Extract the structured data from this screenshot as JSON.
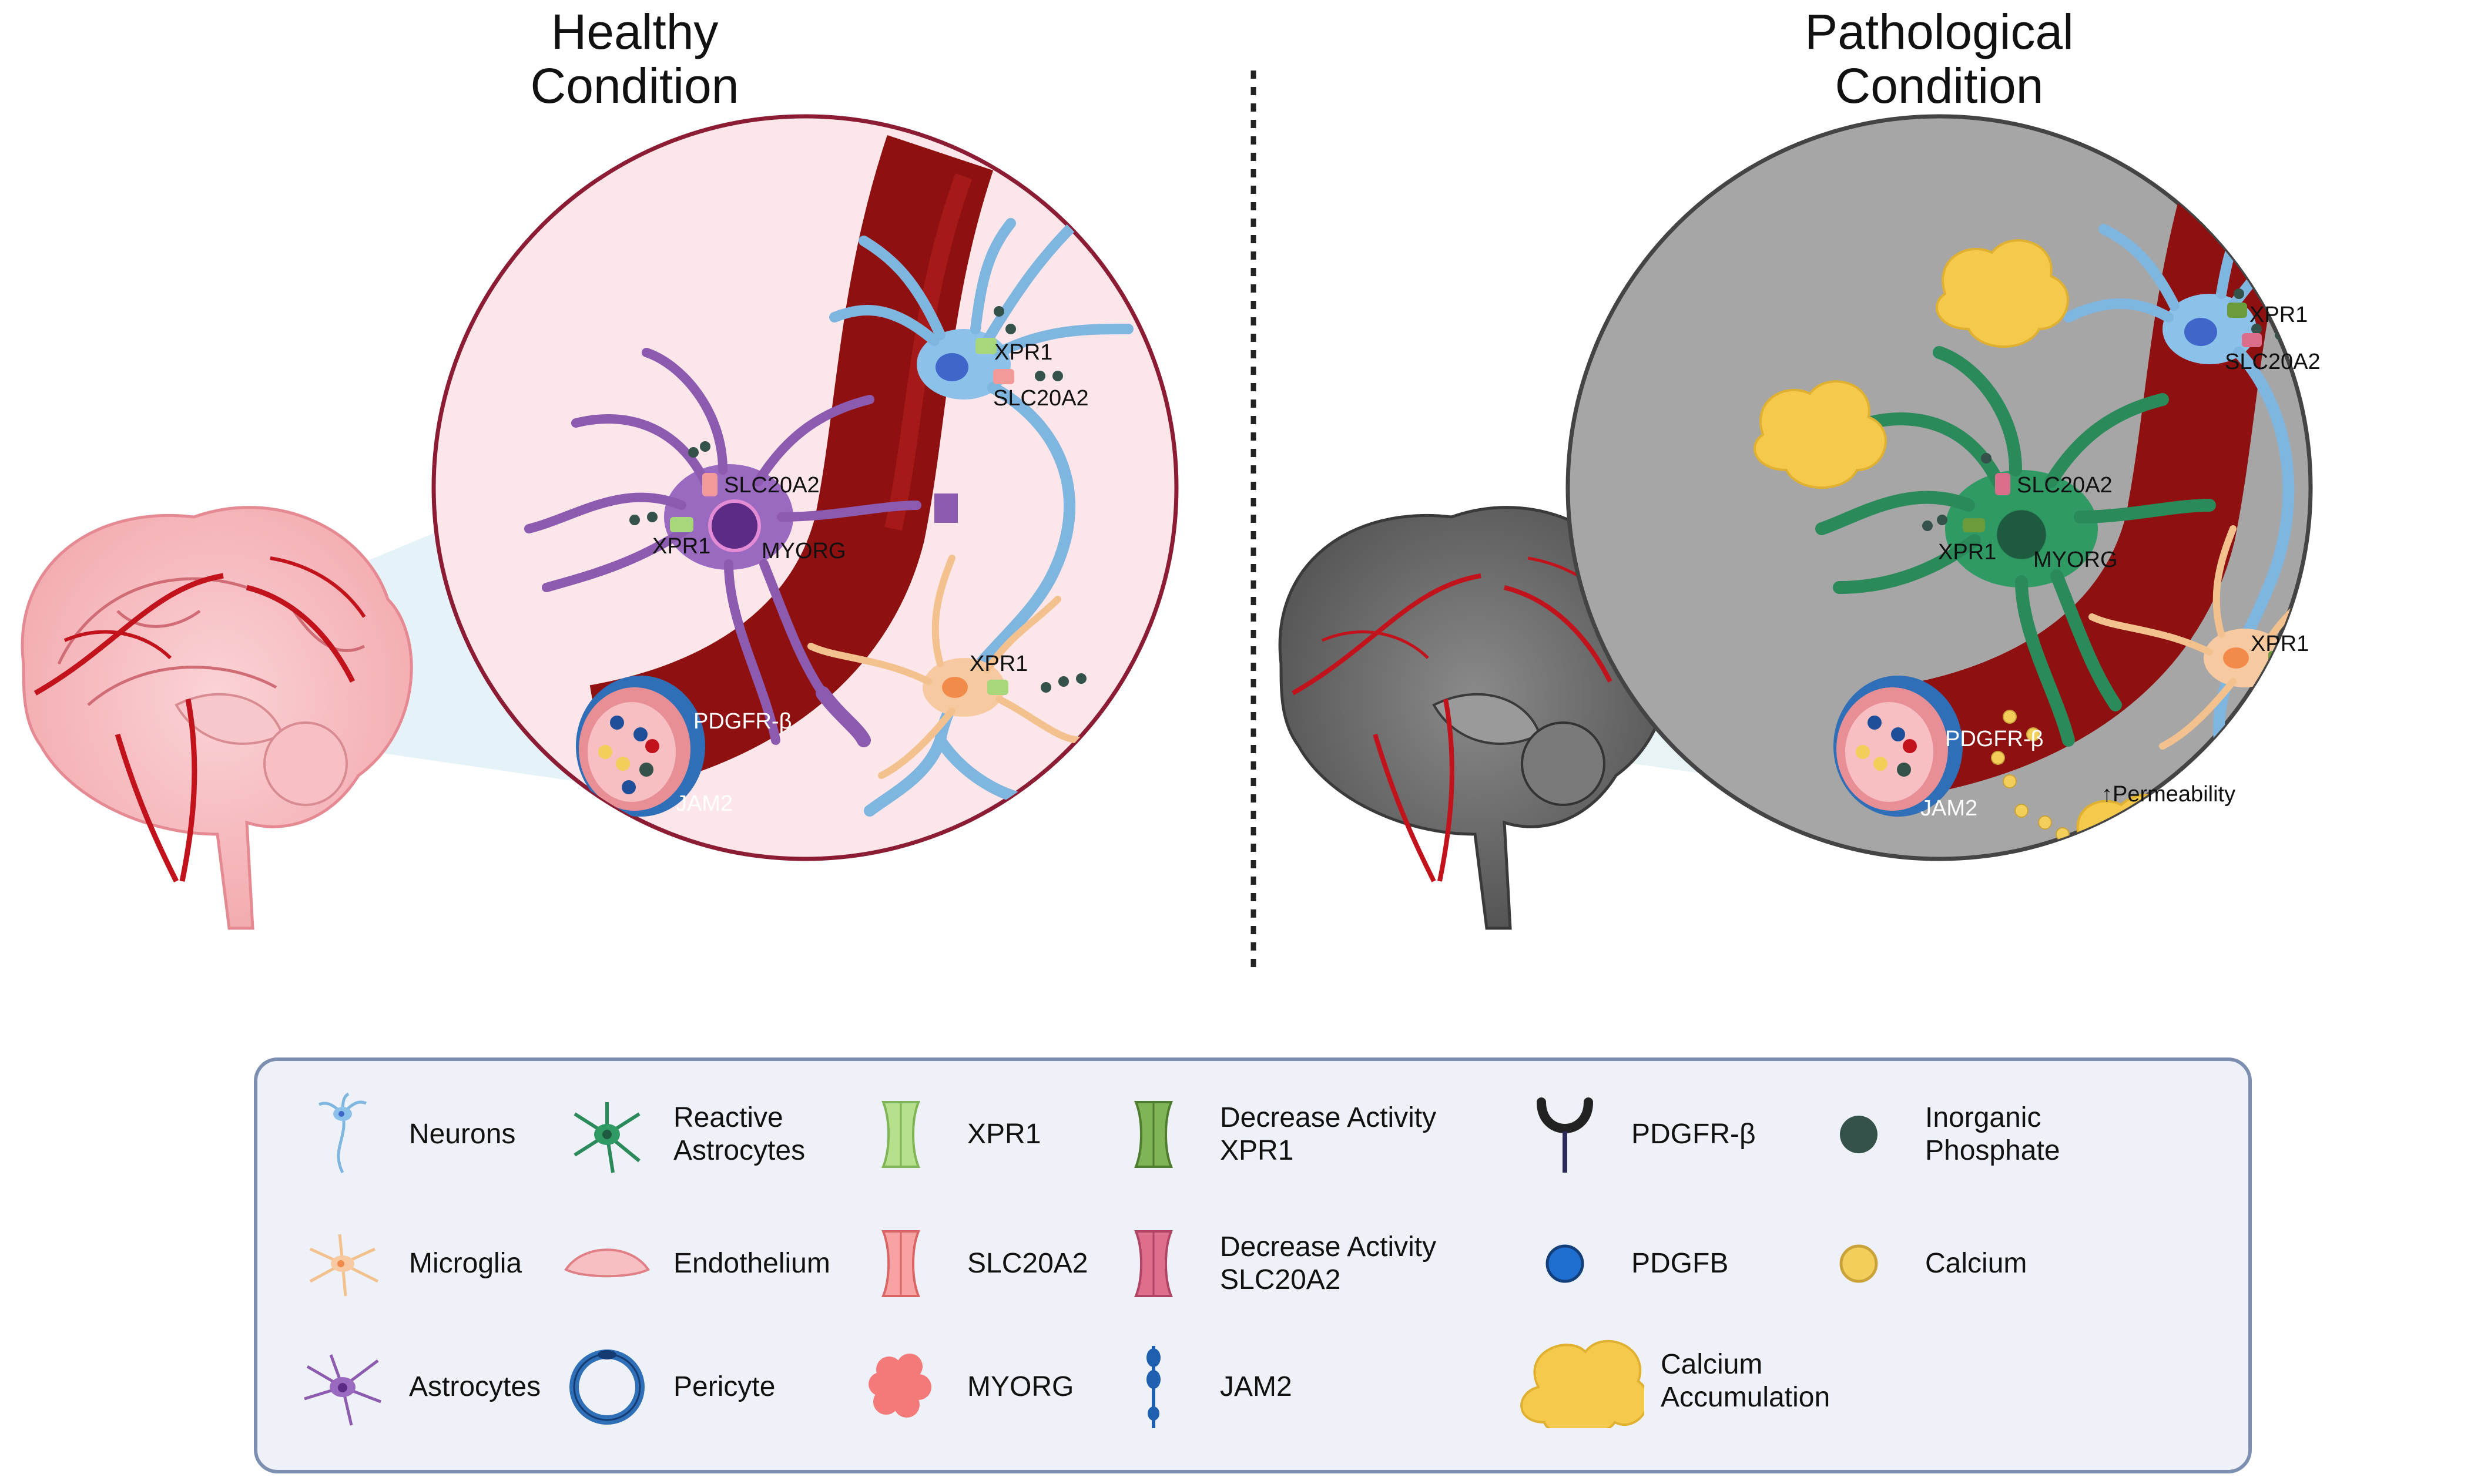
{
  "titles": {
    "healthy": "Healthy\nCondition",
    "pathological": "Pathological\nCondition"
  },
  "labels": {
    "healthy": {
      "xpr1_neuron": "XPR1",
      "slc20a2_neuron": "SLC20A2",
      "slc20a2_astro": "SLC20A2",
      "xpr1_astro": "XPR1",
      "myorg": "MYORG",
      "xpr1_microglia": "XPR1",
      "pdgfrb": "PDGFR-β",
      "jam2": "JAM2"
    },
    "pathological": {
      "xpr1_neuron": "XPR1",
      "slc20a2_neuron": "SLC20A2",
      "slc20a2_astro": "SLC20A2",
      "xpr1_astro": "XPR1",
      "myorg": "MYORG",
      "xpr1_microglia": "XPR1",
      "pdgfrb": "PDGFR-β",
      "jam2": "JAM2",
      "permeability": "↑Permeability"
    }
  },
  "legend": {
    "neurons": "Neurons",
    "reactive_astrocytes": "Reactive\nAstrocytes",
    "xpr1": "XPR1",
    "decrease_xpr1": "Decrease Activity\nXPR1",
    "pdgfrb": "PDGFR-β",
    "inorganic_phosphate": "Inorganic\nPhosphate",
    "microglia": "Microglia",
    "endothelium": "Endothelium",
    "slc20a2": "SLC20A2",
    "decrease_slc20a2": "Decrease Activity\nSLC20A2",
    "pdgfb": "PDGFB",
    "calcium": "Calcium",
    "astrocytes": "Astrocytes",
    "pericyte": "Pericyte",
    "myorg": "MYORG",
    "jam2": "JAM2",
    "calcium_accumulation": "Calcium\nAccumulation"
  },
  "colors": {
    "vessel": "#8e1010",
    "neuron": "#7fb6e0",
    "astrocyte": "#8c5bb0",
    "reactive_astrocyte": "#2a8a5a",
    "microglia": "#f3c18d",
    "healthy_bg": "#fde6ea",
    "pathological_bg": "#a6a6a6",
    "pericyte": "#2f6fb7",
    "phosphate": "#34524a",
    "calcium": "#f2cf5a",
    "calcium_accumulation": "#f5c94c"
  }
}
